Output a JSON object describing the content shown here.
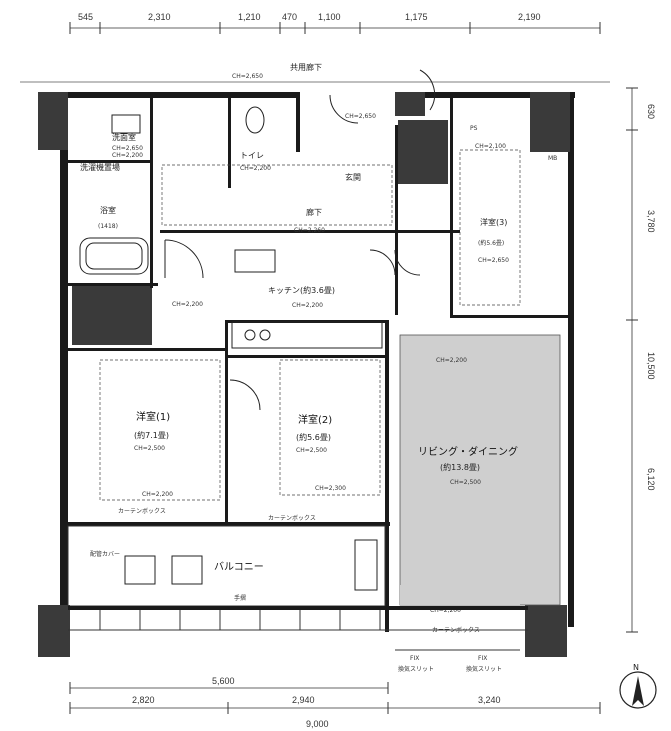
{
  "dimensions": {
    "top": [
      "545",
      "2,310",
      "1,210",
      "470",
      "1,100",
      "1,175",
      "2,190"
    ],
    "right": [
      "630",
      "3,780",
      "10,500",
      "6,120"
    ],
    "bottom_upper": "5,600",
    "bottom_lower": [
      "2,820",
      "2,940",
      "3,240"
    ],
    "bottom_total": "9,000"
  },
  "corridor": "共用廊下",
  "rooms": {
    "bath_label": "浴室",
    "bath_size": "(1418)",
    "washroom": "洗面室",
    "washroom_ch1": "CH=2,650",
    "washroom_ch2": "CH=2,200",
    "wash_machine": "洗濯機置場",
    "toilet": "トイレ",
    "toilet_ch": "CH=2,200",
    "hallway": "廊下",
    "hallway_ch": "CH=2,260",
    "entrance": "玄関",
    "entrance_ch": "CH=2,650",
    "kitchen": "キッチン(約3.6畳)",
    "kitchen_ch": "CH=2,200",
    "west3": "洋室(3)",
    "west3_size": "(約5.6畳)",
    "west3_ch": "CH=2,650",
    "west1": "洋室(1)",
    "west1_size": "(約7.1畳)",
    "west1_ch": "CH=2,500",
    "west2": "洋室(2)",
    "west2_size": "(約5.6畳)",
    "west2_ch": "CH=2,500",
    "living": "リビング・ダイニング",
    "living_size": "(約13.8畳)",
    "living_ch": "CH=2,500",
    "living_ch2": "CH=2,200",
    "balcony": "バルコニー",
    "railing": "手摺",
    "curtain": "カーテンボックス",
    "fix1": "FIX",
    "fix2": "FIX",
    "vent1": "換気スリット",
    "vent2": "換気スリット",
    "ch_2200_a": "CH=2,200",
    "ch_2200_b": "CH=2,200",
    "ch_2200_c": "CH=2,200",
    "ch_2300": "CH=2,300",
    "ch_2100": "CH=2,100",
    "mbps": "MB",
    "ps": "PS",
    "cover": "配管カバー"
  },
  "compass": "N"
}
